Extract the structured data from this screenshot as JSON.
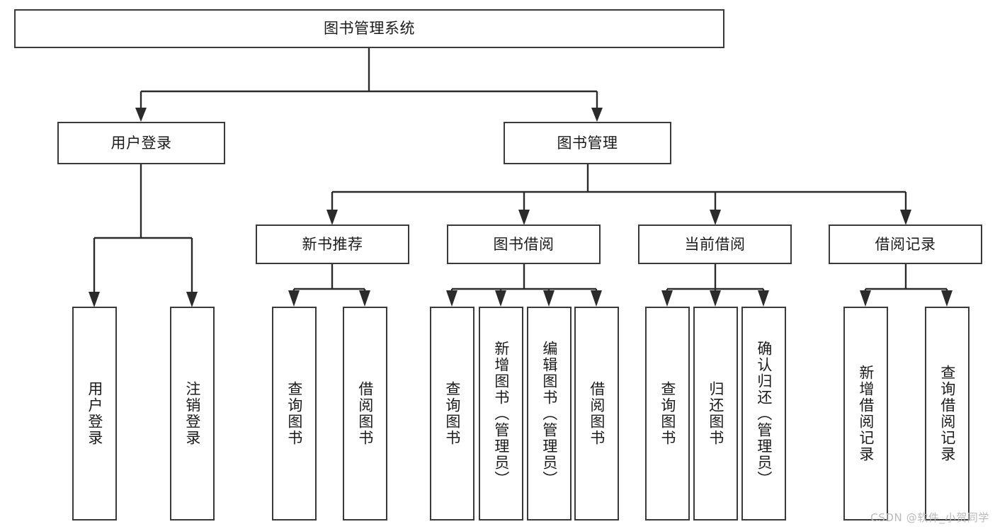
{
  "diagram": {
    "type": "tree",
    "title": "图书管理系统",
    "colors": {
      "box_border": "#3a3a3a",
      "box_fill": "#ffffff",
      "connector": "#2b2b2b",
      "text": "#1b1b1b",
      "watermark": "#b9b9b9",
      "background": "#ffffff"
    },
    "root": {
      "label": "图书管理系统"
    },
    "level2": [
      {
        "id": "user-login",
        "label": "用户登录"
      },
      {
        "id": "book-manage",
        "label": "图书管理"
      }
    ],
    "level3": [
      {
        "id": "new-book-recommend",
        "label": "新书推荐",
        "parent": "book-manage"
      },
      {
        "id": "book-borrow",
        "label": "图书借阅",
        "parent": "book-manage"
      },
      {
        "id": "current-borrow",
        "label": "当前借阅",
        "parent": "book-manage"
      },
      {
        "id": "borrow-record",
        "label": "借阅记录",
        "parent": "book-manage"
      }
    ],
    "leaves": {
      "user-login": [
        {
          "id": "leaf-user-login",
          "label": "用户登录"
        },
        {
          "id": "leaf-user-logout",
          "label": "注销登录"
        }
      ],
      "new-book-recommend": [
        {
          "id": "leaf-query-book-1",
          "label": "查询图书"
        },
        {
          "id": "leaf-borrow-book-1",
          "label": "借阅图书"
        }
      ],
      "book-borrow": [
        {
          "id": "leaf-query-book-2",
          "label": "查询图书"
        },
        {
          "id": "leaf-add-book-admin",
          "label": "新增图书（管理员）"
        },
        {
          "id": "leaf-edit-book-admin",
          "label": "编辑图书（管理员）"
        },
        {
          "id": "leaf-borrow-book-2",
          "label": "借阅图书"
        }
      ],
      "current-borrow": [
        {
          "id": "leaf-query-book-3",
          "label": "查询图书"
        },
        {
          "id": "leaf-return-book",
          "label": "归还图书"
        },
        {
          "id": "leaf-confirm-return-admin",
          "label": "确认归还（管理员）"
        }
      ],
      "borrow-record": [
        {
          "id": "leaf-add-borrow-record",
          "label": "新增借阅记录"
        },
        {
          "id": "leaf-query-borrow-record",
          "label": "查询借阅记录"
        }
      ]
    }
  },
  "watermark": {
    "text": "CSDN @软件_小贺同学"
  }
}
